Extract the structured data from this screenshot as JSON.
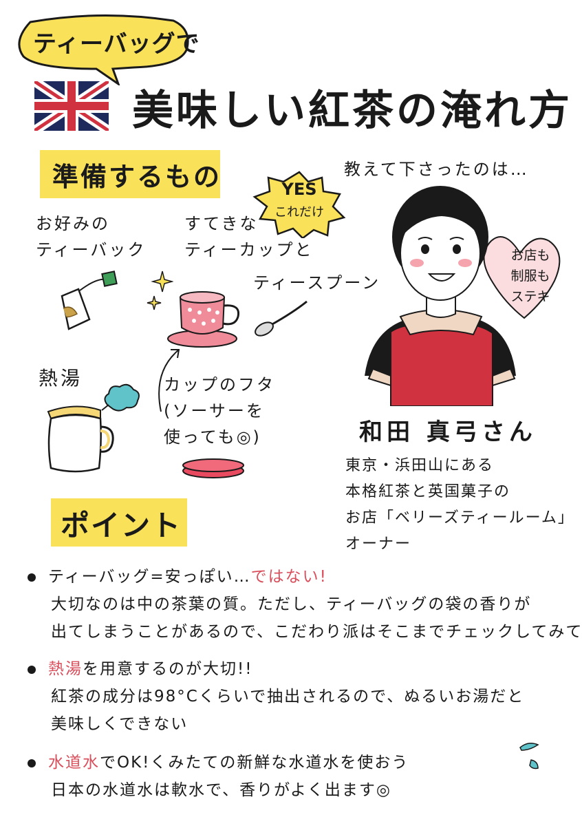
{
  "header": {
    "bubble_text": "ティーバッグで",
    "title": "美味しい紅茶の淹れ方"
  },
  "prep": {
    "label": "準備するもの",
    "yes_badge": {
      "line1": "YES",
      "line2": "これだけ"
    },
    "teabag": {
      "line1": "お好みの",
      "line2": "ティーバック"
    },
    "cup": {
      "line1": "すてきな",
      "line2": "ティーカップと"
    },
    "spoon": "ティースプーン",
    "water": "熱湯",
    "lid": {
      "line1": "カップのフタ",
      "line2": "(ソーサーを",
      "line3": "使っても◎)"
    }
  },
  "teacher": {
    "intro": "教えて下さったのは…",
    "heart_text": {
      "line1": "お店も",
      "line2": "制服も",
      "line3": "ステキ"
    },
    "name": "和田 真弓さん",
    "desc": {
      "line1": "東京・浜田山にある",
      "line2": "本格紅茶と英国菓子の",
      "line3": "お店「ベリーズティールーム」",
      "line4": "オーナー"
    }
  },
  "points": {
    "label": "ポイント",
    "p1": {
      "lead": "ティーバッグ=安っぽい…",
      "lead_red": "ではない!",
      "line2": "大切なのは中の茶葉の質。ただし、ティーバッグの袋の香りが",
      "line3": "出てしまうことがあるので、こだわり派はそこまでチェックしてみても"
    },
    "p2": {
      "lead_red": "熱湯",
      "lead": "を用意するのが大切!!",
      "line2": "紅茶の成分は98°Cくらいで抽出されるので、ぬるいお湯だと",
      "line3": "美味しくできない"
    },
    "p3": {
      "lead_red": "水道水",
      "lead": "でOK!くみたての新鮮な水道水を使おう",
      "line2": "日本の水道水は軟水で、香りがよく出ます◎"
    }
  },
  "colors": {
    "yellow": "#f9e15a",
    "pink": "#f08b9a",
    "red_text": "#d94f5c",
    "navy": "#1f2a5c",
    "flag_red": "#d0323f"
  }
}
